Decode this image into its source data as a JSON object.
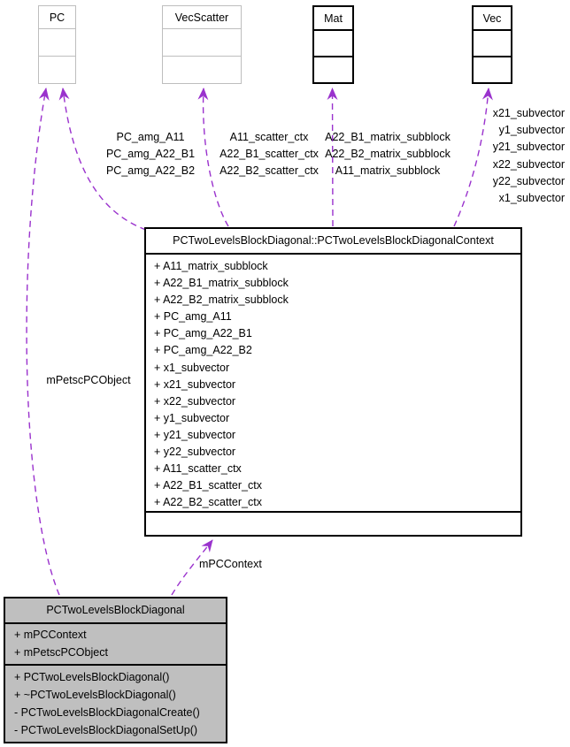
{
  "classes": {
    "pc": {
      "title": "PC"
    },
    "vecscatter": {
      "title": "VecScatter"
    },
    "mat": {
      "title": "Mat"
    },
    "vec": {
      "title": "Vec"
    },
    "context": {
      "title": "PCTwoLevelsBlockDiagonal::PCTwoLevelsBlockDiagonalContext",
      "attributes": [
        "+ A11_matrix_subblock",
        "+ A22_B1_matrix_subblock",
        "+ A22_B2_matrix_subblock",
        "+ PC_amg_A11",
        "+ PC_amg_A22_B1",
        "+ PC_amg_A22_B2",
        "+ x1_subvector",
        "+ x21_subvector",
        "+ x22_subvector",
        "+ y1_subvector",
        "+ y21_subvector",
        "+ y22_subvector",
        "+ A11_scatter_ctx",
        "+ A22_B1_scatter_ctx",
        "+ A22_B2_scatter_ctx"
      ]
    },
    "main": {
      "title": "PCTwoLevelsBlockDiagonal",
      "attributes": [
        "+ mPCContext",
        "+ mPetscPCObject"
      ],
      "methods": [
        "+ PCTwoLevelsBlockDiagonal()",
        "+ ~PCTwoLevelsBlockDiagonal()",
        "- PCTwoLevelsBlockDiagonalCreate()",
        "- PCTwoLevelsBlockDiagonalSetUp()"
      ]
    }
  },
  "edges": {
    "context_to_pc": {
      "labels": [
        "PC_amg_A11",
        "PC_amg_A22_B1",
        "PC_amg_A22_B2"
      ]
    },
    "context_to_vecscatter": {
      "labels": [
        "A11_scatter_ctx",
        "A22_B1_scatter_ctx",
        "A22_B2_scatter_ctx"
      ]
    },
    "context_to_mat": {
      "labels": [
        "A22_B1_matrix_subblock",
        "A22_B2_matrix_subblock",
        "A11_matrix_subblock"
      ]
    },
    "context_to_vec": {
      "labels": [
        "x21_subvector",
        "y1_subvector",
        "y21_subvector",
        "x22_subvector",
        "y22_subvector",
        "x1_subvector"
      ]
    },
    "main_to_pc": {
      "label": "mPetscPCObject"
    },
    "main_to_context": {
      "label": "mPCContext"
    }
  },
  "colors": {
    "edge": "#9a32cd",
    "main_fill": "#bfbfbf",
    "muted_border": "#bebebe",
    "strong_border": "#000000",
    "background": "#ffffff"
  }
}
